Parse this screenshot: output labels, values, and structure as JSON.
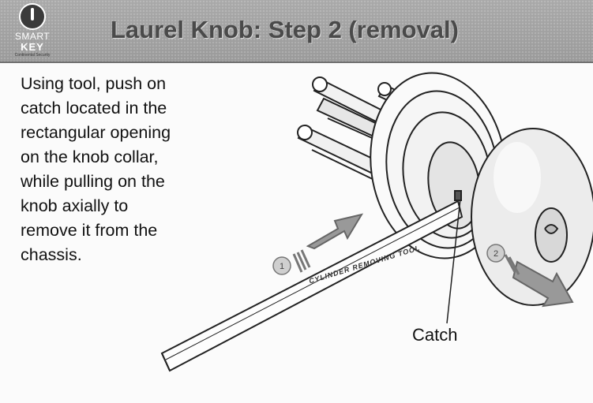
{
  "header": {
    "logo_line1": "SMART",
    "logo_line2": "KEY",
    "logo_tagline": "Continental Security",
    "title": "Laurel Knob: Step 2 (removal)"
  },
  "body": {
    "lines": [
      "Using tool, push on",
      "catch located in the",
      "rectangular opening",
      "on the knob collar,",
      "while pulling on the",
      "knob axially to",
      "remove it from the",
      "chassis."
    ]
  },
  "illustration": {
    "tool_label": "CYLINDER REMOVING TOOL",
    "step1_number": "1",
    "step2_number": "2",
    "catch_label": "Catch"
  }
}
